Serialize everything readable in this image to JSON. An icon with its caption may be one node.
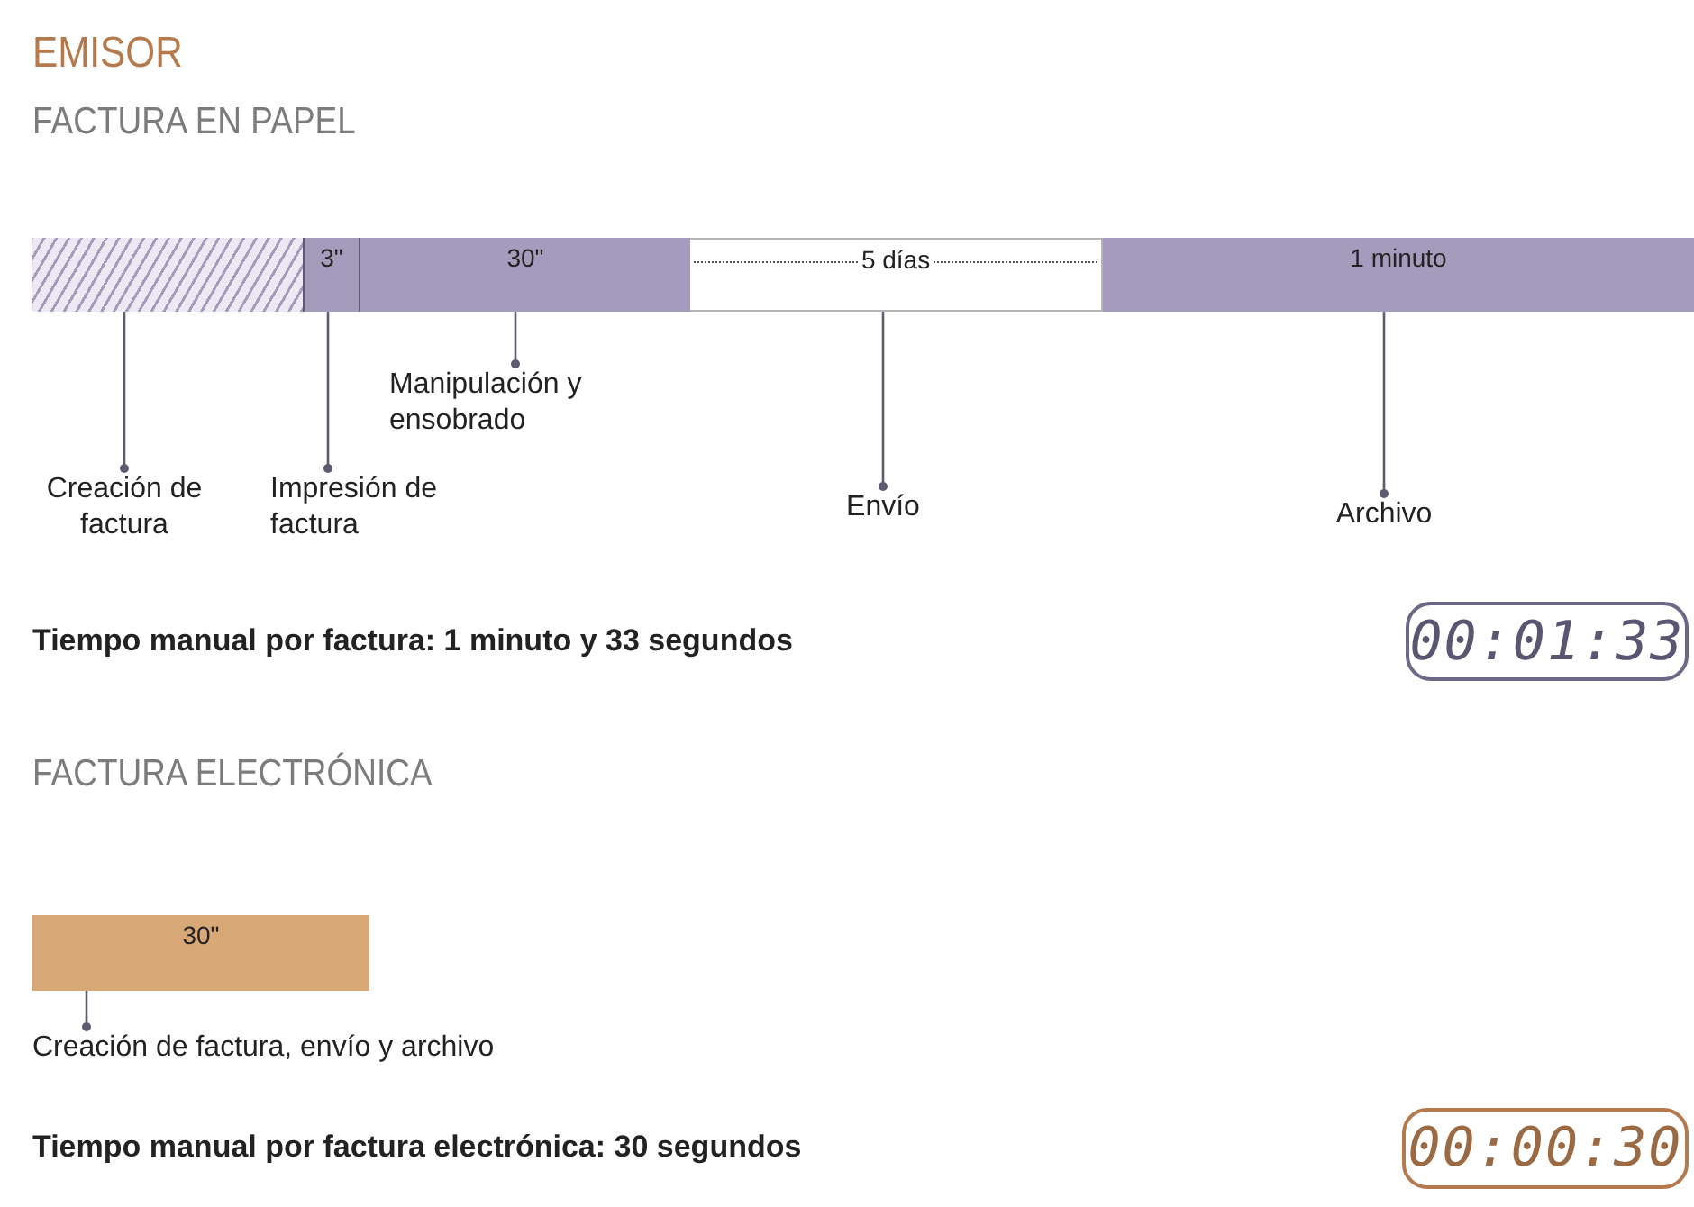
{
  "diagram": {
    "title": "EMISOR",
    "nodes": [
      {
        "text": [],
        "shape": "bar"
      },
      {
        "text": [
          "3\""
        ]
      },
      {
        "text": [
          "30\""
        ]
      },
      {
        "text": [
          "5 días"
        ]
      },
      {
        "text": [
          "1 minuto"
        ]
      },
      {
        "text": [
          "Creación de factura"
        ]
      },
      {
        "text": [
          "Impresión de factura"
        ]
      },
      {
        "text": [
          "Manipulación y ensobrado"
        ]
      },
      {
        "text": [
          "Envío"
        ]
      },
      {
        "text": [
          "Archivo"
        ]
      },
      {
        "text": [
          "00:01:33"
        ]
      },
      {
        "text": [
          "30\""
        ]
      },
      {
        "text": [
          "Creación de factura, envío y archivo"
        ]
      },
      {
        "text": [
          "00:00:30"
        ]
      }
    ],
    "edges": [
      {
        "from": 5,
        "to": 0,
        "arrow": "other"
      },
      {
        "from": 6,
        "to": 1,
        "arrow": "other"
      },
      {
        "from": 7,
        "to": 2,
        "arrow": "other"
      },
      {
        "from": 8,
        "to": 3,
        "arrow": "other"
      },
      {
        "from": 9,
        "to": 4,
        "arrow": "other"
      },
      {
        "from": 12,
        "to": 11,
        "arrow": "other"
      }
    ],
    "labels": [
      "FACTURA EN PAPEL",
      "Tiempo manual por factura: 1 minuto y 33 segundos",
      "FACTURA ELECTRÓNICA",
      "Tiempo manual por factura electrónica: 30 segundos"
    ]
  }
}
